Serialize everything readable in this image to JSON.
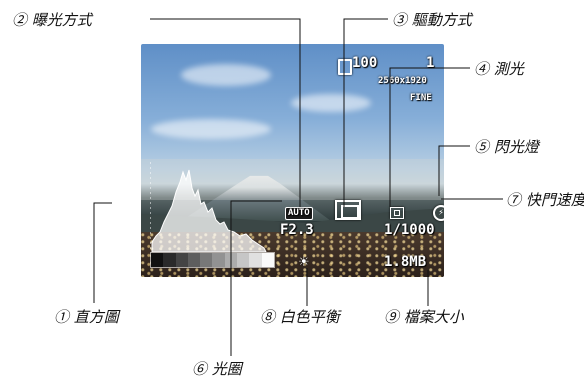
{
  "labels": {
    "exposure_mode": "② 曝光方式",
    "drive_mode": "③ 驅動方式",
    "metering": "④ 測光",
    "flash": "⑤ 閃光燈",
    "shutter_speed": "⑦ 快門速度",
    "histogram": "① 直方圖",
    "white_balance": "⑧ 白色平衡",
    "file_size": "⑨ 檔案大小",
    "aperture": "⑥ 光圈"
  },
  "osd": {
    "shots_remaining": "100",
    "image_number": "1",
    "resolution": "2560x1920",
    "quality": "FINE",
    "exposure_mode": "AUTO",
    "aperture": "F2.3",
    "shutter_speed": "1/1000",
    "file_size": "1.8MB"
  },
  "icons": {
    "drive": "single-shot-icon",
    "metering": "multi-pattern-metering-icon",
    "flash": "flash-off-icon",
    "white_balance": "sun-icon",
    "battery": "battery-icon",
    "memory": "memory-card-icon"
  },
  "colors": {
    "osd_text": "#ffffff",
    "label_text": "#111111",
    "leader_line": "#111111"
  }
}
